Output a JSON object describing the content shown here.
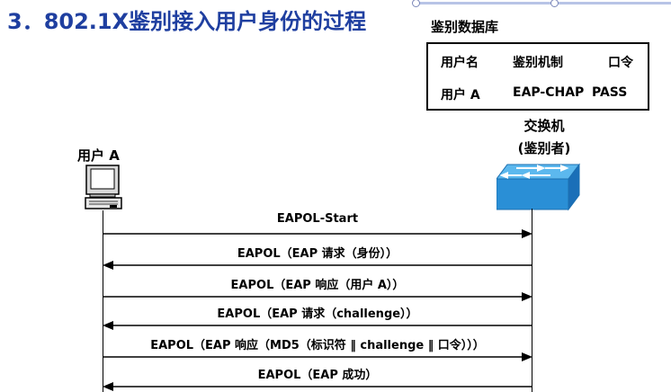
{
  "title": "3．802.1X鉴别接入用户身份的过程",
  "auth_db": {
    "title": "鉴别数据库",
    "headers": [
      "用户名",
      "鉴别机制",
      "口令"
    ],
    "row": [
      "用户 A",
      "EAP-CHAP",
      "PASS"
    ]
  },
  "switch": {
    "line1": "交换机",
    "line2": "(鉴别者)"
  },
  "user": {
    "label": "用户 A"
  },
  "messages": [
    {
      "label": "EAPOL-Start",
      "direction": "to-switch"
    },
    {
      "label": "EAPOL（EAP 请求（身份））",
      "direction": "to-user"
    },
    {
      "label": "EAPOL（EAP 响应（用户 A））",
      "direction": "to-switch"
    },
    {
      "label": "EAPOL（EAP 请求（challenge））",
      "direction": "to-user"
    },
    {
      "label": "EAPOL（EAP 响应（MD5（标识符 ‖ challenge ‖ 口令）））",
      "direction": "to-switch"
    },
    {
      "label": "EAPOL（EAP 成功）",
      "direction": "to-user"
    }
  ],
  "icons": {
    "user": "computer-icon",
    "switch": "network-switch-icon"
  },
  "colors": {
    "title": "#1f3fa0",
    "switch_body": "#2a8fd6"
  }
}
